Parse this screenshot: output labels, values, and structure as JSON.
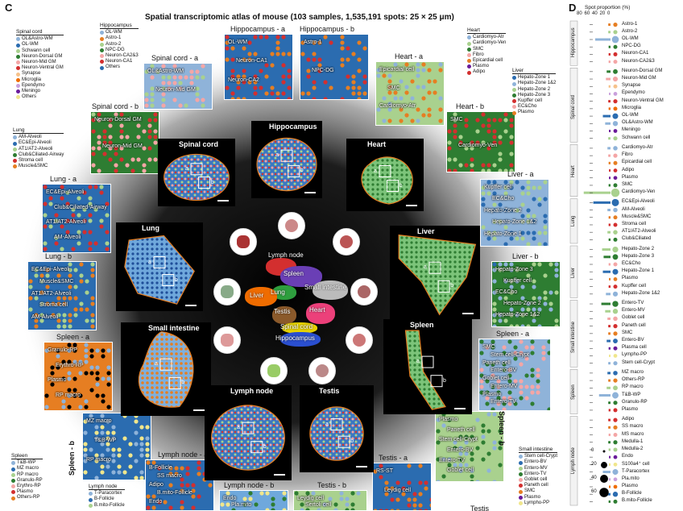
{
  "panel_c": "C",
  "panel_d": "D",
  "title": "Spatial transcriptomic atlas of mouse (103 samples, 1,535,191 spots: 25 × 25 μm)",
  "organs": {
    "spinal_cord": "Spinal cord",
    "hippocampus": "Hippocampus",
    "heart": "Heart",
    "lung": "Lung",
    "liver": "Liver",
    "small_intestine": "Small intestine",
    "spleen": "Spleen",
    "lymph_node": "Lymph node",
    "testis": "Testis"
  },
  "tiles": {
    "hippocampus_a": "Hippocampus - a",
    "hippocampus_b": "Hippocampus - b",
    "spinal_cord_a": "Spinal cord - a",
    "spinal_cord_b": "Spinal cord - b",
    "heart_a": "Heart - a",
    "heart_b": "Heart - b",
    "lung_a": "Lung - a",
    "lung_b": "Lung - b",
    "liver_a": "Liver - a",
    "liver_b": "Liver - b",
    "spleen_a": "Spleen - a",
    "spleen_b": "Spleen - b",
    "lymph_a": "Lymph node - a",
    "lymph_b": "Lymph node - b",
    "testis_a": "Testis - a",
    "testis_b": "Testis - b",
    "testis": "Testis"
  },
  "tile_text": {
    "hip_a": [
      "OL-WM",
      "Neuron-CA1",
      "Neuron-CA2"
    ],
    "hip_b": [
      "Astro-1",
      "NPC-DG"
    ],
    "heart_a": [
      "Epicardial cell",
      "SMC",
      "Cardiomyo-Atr"
    ],
    "heart_b": [
      "SMC",
      "Cardiomyo-Ven"
    ],
    "sc_a": [
      "OL&Astro-WM",
      "Neuron-Mid GM"
    ],
    "sc_b": [
      "Neuron-Dorsal GM",
      "Neuron-Mid GM"
    ],
    "lung_a": [
      "EC&Epi-Alveoli",
      "Club&Ciliated-Airway",
      "AT1/AT2-Alveoli",
      "AM-Alveoli"
    ],
    "lung_b": [
      "EC&Epi-Alveoli",
      "Muscle&SMC",
      "AT1/AT2-Alveoli",
      "Stroma cell",
      "AM-Alveoli"
    ],
    "liver_a": [
      "Kupffer cell",
      "EC&Cho",
      "Hepato-Zone 2",
      "Hepato-Zone 1&2",
      "Hepato-Zone 1"
    ],
    "liver_b": [
      "Hepato-Zone 3",
      "Kupffer cell",
      "EC&Cho",
      "Hepato-Zone 2",
      "Hepato-Zone 1&2"
    ],
    "spleen_a": [
      "Granulo-RP",
      "Erythro-RP",
      "Plasmo",
      "RP macro"
    ],
    "spleen_b": [
      "MZ macro",
      "T&B-WP",
      "RP macro"
    ],
    "si_a": [
      "SMC",
      "Stem cell-Crypt",
      "Paneth cell",
      "Entero-BV",
      "Goblet cell",
      "Entero-MV",
      "Plasmo",
      "Entero-TV"
    ],
    "si_b": [
      "Plasmo",
      "Paneth cell",
      "Stem cell-Crypt",
      "Entero-BV",
      "Entero-TV",
      "Goblet cell"
    ],
    "lymph_a": [
      "B-Follicle",
      "SS macro",
      "Adipo",
      "B.mito-Follicle",
      "Endo"
    ],
    "lymph_b": [
      "Endo",
      "Pla.mito"
    ],
    "testis_a": [
      "RS-ST",
      "Leydig cell"
    ],
    "testis_b": [
      "Leydig cell",
      "Sertoli cell"
    ]
  },
  "legends": {
    "spinal_cord": {
      "title": "Spinal cord",
      "items": [
        {
          "label": "OL&Astro-WM",
          "color": "#8fb3d9"
        },
        {
          "label": "OL-WM",
          "color": "#2b6cb0"
        },
        {
          "label": "Schwann cell",
          "color": "#a9d18e"
        },
        {
          "label": "Neuron-Dorsal GM",
          "color": "#2e7d32"
        },
        {
          "label": "Neuron-Mid GM",
          "color": "#f4a6a6"
        },
        {
          "label": "Neuron-Ventral GM",
          "color": "#d32f2f"
        },
        {
          "label": "Synapse",
          "color": "#f6c28b"
        },
        {
          "label": "Microglia",
          "color": "#ef6c00"
        },
        {
          "label": "Ependymo",
          "color": "#c9a0dc"
        },
        {
          "label": "Meningo",
          "color": "#6a1b9a"
        },
        {
          "label": "Others",
          "color": "#f0e68c"
        }
      ]
    },
    "hippocampus": {
      "title": "Hippocampus",
      "items": [
        {
          "label": "OL-WM",
          "color": "#8fb3d9"
        },
        {
          "label": "Astro-1",
          "color": "#e67e22"
        },
        {
          "label": "Astro-2",
          "color": "#a9d18e"
        },
        {
          "label": "NPC-DG",
          "color": "#2e7d32"
        },
        {
          "label": "Neuron-CA2&3",
          "color": "#f4a6a6"
        },
        {
          "label": "Neuron-CA1",
          "color": "#d32f2f"
        },
        {
          "label": "Others",
          "color": "#2b6cb0"
        }
      ]
    },
    "heart": {
      "title": "Heart",
      "items": [
        {
          "label": "Cardiomyo-Atr",
          "color": "#8fb3d9"
        },
        {
          "label": "Cardiomyo-Ven",
          "color": "#a9d18e"
        },
        {
          "label": "SMC",
          "color": "#2e7d32"
        },
        {
          "label": "Fibro",
          "color": "#f4a6a6"
        },
        {
          "label": "Epicardial cell",
          "color": "#e67e22"
        },
        {
          "label": "Plasmo",
          "color": "#6a1b9a"
        },
        {
          "label": "Adipo",
          "color": "#d32f2f"
        }
      ]
    },
    "lung": {
      "title": "Lung",
      "items": [
        {
          "label": "AM-Alveoli",
          "color": "#8fb3d9"
        },
        {
          "label": "EC&Epi-Alveoli",
          "color": "#2b6cb0"
        },
        {
          "label": "AT1/AT2-Alveoli",
          "color": "#a9d18e"
        },
        {
          "label": "Club&Ciliated-Airway",
          "color": "#2e7d32"
        },
        {
          "label": "Stroma cell",
          "color": "#d32f2f"
        },
        {
          "label": "Muscle&SMC",
          "color": "#e67e22"
        }
      ]
    },
    "liver": {
      "title": "Liver",
      "items": [
        {
          "label": "Hepato-Zone 1",
          "color": "#2b6cb0"
        },
        {
          "label": "Hepato-Zone 1&2",
          "color": "#8fb3d9"
        },
        {
          "label": "Hepato-Zone 2",
          "color": "#a9d18e"
        },
        {
          "label": "Hepato-Zone 3",
          "color": "#2e7d32"
        },
        {
          "label": "Kupffer cell",
          "color": "#d32f2f"
        },
        {
          "label": "EC&Cho",
          "color": "#f4a6a6"
        },
        {
          "label": "Plasmo",
          "color": "#e67e22"
        }
      ]
    },
    "spleen": {
      "title": "Spleen",
      "items": [
        {
          "label": "T&B-WP",
          "color": "#8fb3d9"
        },
        {
          "label": "MZ macro",
          "color": "#2b6cb0"
        },
        {
          "label": "RP macro",
          "color": "#a9d18e"
        },
        {
          "label": "Granulo-RP",
          "color": "#2e7d32"
        },
        {
          "label": "Erythro-RP",
          "color": "#f4a6a6"
        },
        {
          "label": "Plasmo",
          "color": "#d32f2f"
        },
        {
          "label": "Others-RP",
          "color": "#e67e22"
        }
      ]
    },
    "lymph_node": {
      "title": "Lymph node",
      "items": [
        {
          "label": "T-Paracortex",
          "color": "#8fb3d9"
        },
        {
          "label": "B-Follicle",
          "color": "#2b6cb0"
        },
        {
          "label": "B.mito-Follicle",
          "color": "#a9d18e"
        }
      ]
    },
    "small_intestine": {
      "title": "Small intestine",
      "items": [
        {
          "label": "Stem cell-Crypt",
          "color": "#8fb3d9"
        },
        {
          "label": "Entero-BV",
          "color": "#2b6cb0"
        },
        {
          "label": "Entero-MV",
          "color": "#a9d18e"
        },
        {
          "label": "Entero-TV",
          "color": "#2e7d32"
        },
        {
          "label": "Goblet cell",
          "color": "#f4a6a6"
        },
        {
          "label": "Paneth cell",
          "color": "#d32f2f"
        },
        {
          "label": "SMC",
          "color": "#e67e22"
        },
        {
          "label": "Plasmo",
          "color": "#6a1b9a"
        },
        {
          "label": "Lympho-PP",
          "color": "#f0e68c"
        }
      ]
    }
  },
  "center_labels": {
    "lymph": "Lymph node",
    "spleen": "Spleen",
    "si": "Small intestine",
    "lung": "Lung",
    "liver": "Liver",
    "testis": "Testis",
    "heart": "Heart",
    "sc": "Spinal cord",
    "hippo": "Hippocampus"
  },
  "inset_a": "a",
  "inset_b": "b",
  "panel_d_data": {
    "axis_title": "Spot proportion (%)",
    "ticks": [
      "80",
      "60",
      "40",
      "20",
      "0"
    ],
    "size_legend": [
      "0",
      "20",
      "40",
      "60"
    ],
    "groups": [
      {
        "name": "Hippocampus",
        "rows": [
          {
            "label": "Astro-1",
            "color": "#e67e22",
            "value": 6
          },
          {
            "label": "Astro-2",
            "color": "#a9d18e",
            "value": 6
          },
          {
            "label": "OL-WM",
            "color": "#8fb3d9",
            "value": 40
          },
          {
            "label": "NPC-DG",
            "color": "#2e7d32",
            "value": 5
          },
          {
            "label": "Neuron-CA1",
            "color": "#d32f2f",
            "value": 5
          },
          {
            "label": "Neuron-CA2&3",
            "color": "#f4a6a6",
            "value": 5
          }
        ]
      },
      {
        "name": "Spinal cord",
        "rows": [
          {
            "label": "Neuron-Dorsal GM",
            "color": "#2e7d32",
            "value": 10
          },
          {
            "label": "Neuron-Mid GM",
            "color": "#f4a6a6",
            "value": 12
          },
          {
            "label": "Synapse",
            "color": "#f6c28b",
            "value": 5
          },
          {
            "label": "Ependymo",
            "color": "#c9a0dc",
            "value": 4
          },
          {
            "label": "Neuron-Ventral GM",
            "color": "#d32f2f",
            "value": 6
          },
          {
            "label": "Microglia",
            "color": "#ef6c00",
            "value": 5
          },
          {
            "label": "OL-WM",
            "color": "#2b6cb0",
            "value": 20
          },
          {
            "label": "OL&Astro-WM",
            "color": "#8fb3d9",
            "value": 14
          },
          {
            "label": "Meningo",
            "color": "#6a1b9a",
            "value": 4
          },
          {
            "label": "Schwann cell",
            "color": "#a9d18e",
            "value": 6
          }
        ]
      },
      {
        "name": "Heart",
        "rows": [
          {
            "label": "Cardiomyo-Atr",
            "color": "#8fb3d9",
            "value": 8
          },
          {
            "label": "Fibro",
            "color": "#f4a6a6",
            "value": 6
          },
          {
            "label": "Epicardial cell",
            "color": "#e67e22",
            "value": 5
          },
          {
            "label": "Adipo",
            "color": "#d32f2f",
            "value": 4
          },
          {
            "label": "Plasmo",
            "color": "#6a1b9a",
            "value": 4
          },
          {
            "label": "SMC",
            "color": "#2e7d32",
            "value": 5
          },
          {
            "label": "Cardiomyo-Ven",
            "color": "#a9d18e",
            "value": 70
          }
        ]
      },
      {
        "name": "Lung",
        "rows": [
          {
            "label": "EC&Epi-Alveoli",
            "color": "#2b6cb0",
            "value": 45
          },
          {
            "label": "AM-Alveoli",
            "color": "#8fb3d9",
            "value": 8
          },
          {
            "label": "Muscle&SMC",
            "color": "#e67e22",
            "value": 5
          },
          {
            "label": "Stroma cell",
            "color": "#d32f2f",
            "value": 5
          },
          {
            "label": "AT1/AT2-Alveoli",
            "color": "#a9d18e",
            "value": 8
          },
          {
            "label": "Club&Ciliated",
            "color": "#2e7d32",
            "value": 5
          }
        ]
      },
      {
        "name": "Liver",
        "rows": [
          {
            "label": "Hepato-Zone 2",
            "color": "#a9d18e",
            "value": 22
          },
          {
            "label": "Hepato-Zone 3",
            "color": "#2e7d32",
            "value": 18
          },
          {
            "label": "EC&Cho",
            "color": "#f4a6a6",
            "value": 5
          },
          {
            "label": "Hepato-Zone 1",
            "color": "#2b6cb0",
            "value": 20
          },
          {
            "label": "Plasmo",
            "color": "#e67e22",
            "value": 4
          },
          {
            "label": "Kupffer cell",
            "color": "#d32f2f",
            "value": 5
          },
          {
            "label": "Hepato-Zone 1&2",
            "color": "#8fb3d9",
            "value": 12
          }
        ]
      },
      {
        "name": "Small intestine",
        "rows": [
          {
            "label": "Entero-TV",
            "color": "#2e7d32",
            "value": 24
          },
          {
            "label": "Entero-MV",
            "color": "#a9d18e",
            "value": 14
          },
          {
            "label": "Goblet cell",
            "color": "#f4a6a6",
            "value": 8
          },
          {
            "label": "Paneth cell",
            "color": "#d32f2f",
            "value": 6
          },
          {
            "label": "SMC",
            "color": "#e67e22",
            "value": 6
          },
          {
            "label": "Entero-BV",
            "color": "#2b6cb0",
            "value": 10
          },
          {
            "label": "Plasma cell",
            "color": "#6a1b9a",
            "value": 5
          },
          {
            "label": "Lympho-PP",
            "color": "#f0e68c",
            "value": 4
          },
          {
            "label": "Stem cell-Crypt",
            "color": "#8fb3d9",
            "value": 6
          }
        ]
      },
      {
        "name": "Spleen",
        "rows": [
          {
            "label": "MZ macro",
            "color": "#2b6cb0",
            "value": 8
          },
          {
            "label": "Others-RP",
            "color": "#e67e22",
            "value": 6
          },
          {
            "label": "RP macro",
            "color": "#a9d18e",
            "value": 10
          },
          {
            "label": "T&B-WP",
            "color": "#8fb3d9",
            "value": 30
          },
          {
            "label": "Granulo-RP",
            "color": "#2e7d32",
            "value": 6
          },
          {
            "label": "Plasmo",
            "color": "#d32f2f",
            "value": 5
          }
        ]
      },
      {
        "name": "Lymph node",
        "rows": [
          {
            "label": "Adipo",
            "color": "#d32f2f",
            "value": 6
          },
          {
            "label": "SS macro",
            "color": "#e67e22",
            "value": 6
          },
          {
            "label": "MS macro",
            "color": "#f4a6a6",
            "value": 5
          },
          {
            "label": "Medulla-1",
            "color": "#2e7d32",
            "value": 6
          },
          {
            "label": "Medulla-2",
            "color": "#a9d18e",
            "value": 5
          },
          {
            "label": "Endo",
            "color": "#6a1b9a",
            "value": 4
          },
          {
            "label": "S100a4⁺ cell",
            "color": "#f0e68c",
            "value": 4
          },
          {
            "label": "T-Paracortex",
            "color": "#8fb3d9",
            "value": 20
          },
          {
            "label": "Pla.mito",
            "color": "#c9a0dc",
            "value": 4
          },
          {
            "label": "Plasmo",
            "color": "#ef6c00",
            "value": 4
          },
          {
            "label": "B-Follicle",
            "color": "#2b6cb0",
            "value": 14
          },
          {
            "label": "B.mito-Follicle",
            "color": "#2e7d32",
            "value": 5
          }
        ]
      }
    ]
  }
}
